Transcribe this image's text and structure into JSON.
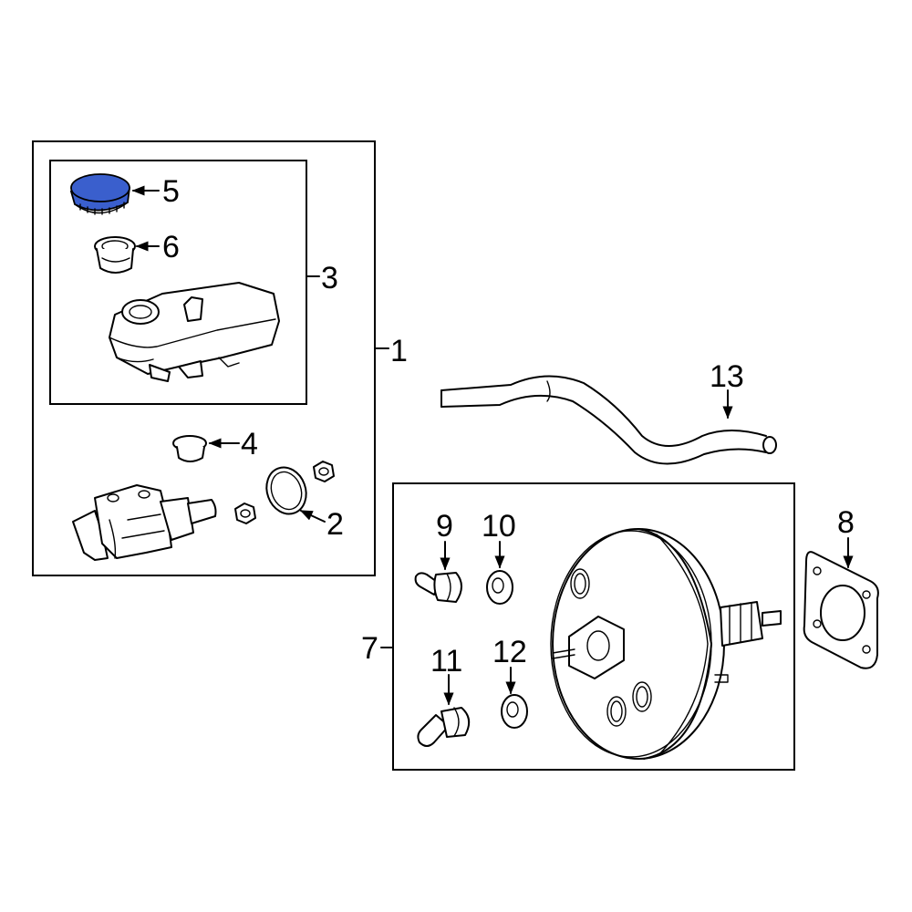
{
  "callouts": {
    "c1": "1",
    "c2": "2",
    "c3": "3",
    "c4": "4",
    "c5": "5",
    "c6": "6",
    "c7": "7",
    "c8": "8",
    "c9": "9",
    "c10": "10",
    "c11": "11",
    "c12": "12",
    "c13": "13"
  },
  "highlight_color": "#3a5fcd"
}
